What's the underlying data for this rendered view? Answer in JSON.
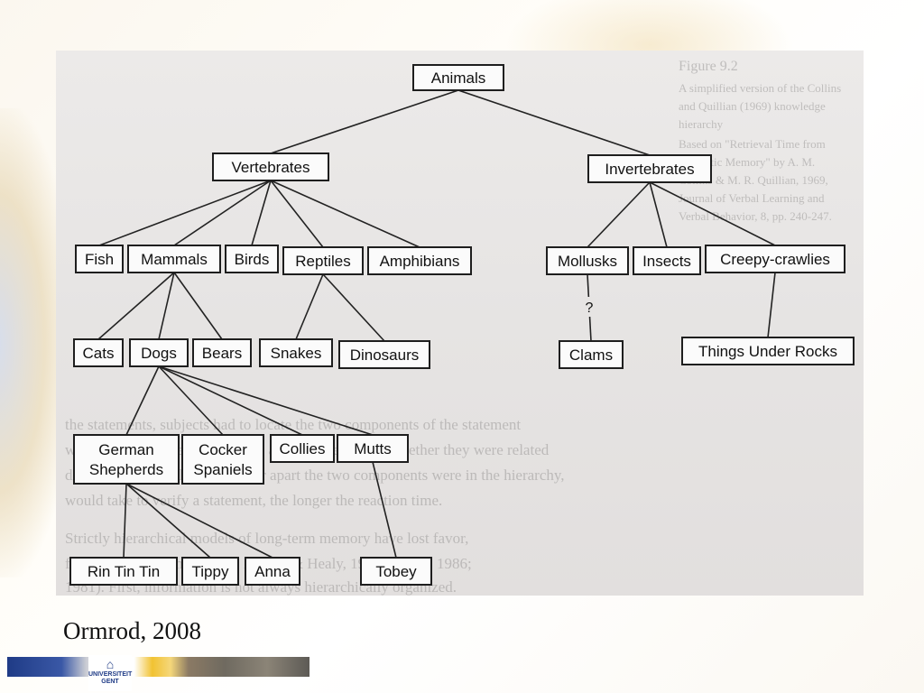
{
  "caption": "Ormrod, 2008",
  "logo": {
    "mark": "⌂",
    "text": "UNIVERSITEIT\nGENT"
  },
  "diagram": {
    "nodes": [
      {
        "id": "animals",
        "label": "Animals"
      },
      {
        "id": "vertebrates",
        "label": "Vertebrates"
      },
      {
        "id": "invertebrates",
        "label": "Invertebrates"
      },
      {
        "id": "fish",
        "label": "Fish"
      },
      {
        "id": "mammals",
        "label": "Mammals"
      },
      {
        "id": "birds",
        "label": "Birds"
      },
      {
        "id": "reptiles",
        "label": "Reptiles"
      },
      {
        "id": "amphibians",
        "label": "Amphibians"
      },
      {
        "id": "mollusks",
        "label": "Mollusks"
      },
      {
        "id": "insects",
        "label": "Insects"
      },
      {
        "id": "creepy",
        "label": "Creepy-crawlies"
      },
      {
        "id": "cats",
        "label": "Cats"
      },
      {
        "id": "dogs",
        "label": "Dogs"
      },
      {
        "id": "bears",
        "label": "Bears"
      },
      {
        "id": "snakes",
        "label": "Snakes"
      },
      {
        "id": "dinosaurs",
        "label": "Dinosaurs"
      },
      {
        "id": "clams",
        "label": "Clams"
      },
      {
        "id": "things",
        "label": "Things Under Rocks"
      },
      {
        "id": "german",
        "label": "German\nShepherds"
      },
      {
        "id": "cocker",
        "label": "Cocker\nSpaniels"
      },
      {
        "id": "collies",
        "label": "Collies"
      },
      {
        "id": "mutts",
        "label": "Mutts"
      },
      {
        "id": "rintintin",
        "label": "Rin Tin Tin"
      },
      {
        "id": "tippy",
        "label": "Tippy"
      },
      {
        "id": "anna",
        "label": "Anna"
      },
      {
        "id": "tobey",
        "label": "Tobey"
      }
    ],
    "edges": [
      {
        "from": "animals",
        "to": "vertebrates"
      },
      {
        "from": "animals",
        "to": "invertebrates"
      },
      {
        "from": "vertebrates",
        "to": "fish"
      },
      {
        "from": "vertebrates",
        "to": "mammals"
      },
      {
        "from": "vertebrates",
        "to": "birds"
      },
      {
        "from": "vertebrates",
        "to": "reptiles"
      },
      {
        "from": "vertebrates",
        "to": "amphibians"
      },
      {
        "from": "invertebrates",
        "to": "mollusks"
      },
      {
        "from": "invertebrates",
        "to": "insects"
      },
      {
        "from": "invertebrates",
        "to": "creepy"
      },
      {
        "from": "mammals",
        "to": "cats"
      },
      {
        "from": "mammals",
        "to": "dogs"
      },
      {
        "from": "mammals",
        "to": "bears"
      },
      {
        "from": "reptiles",
        "to": "snakes"
      },
      {
        "from": "reptiles",
        "to": "dinosaurs"
      },
      {
        "from": "mollusks",
        "to": "clams",
        "label": "?"
      },
      {
        "from": "creepy",
        "to": "things"
      },
      {
        "from": "dogs",
        "to": "german"
      },
      {
        "from": "dogs",
        "to": "cocker"
      },
      {
        "from": "dogs",
        "to": "collies"
      },
      {
        "from": "dogs",
        "to": "mutts"
      },
      {
        "from": "german",
        "to": "rintintin"
      },
      {
        "from": "german",
        "to": "tippy"
      },
      {
        "from": "german",
        "to": "anna"
      },
      {
        "from": "mutts",
        "to": "tobey"
      }
    ]
  }
}
